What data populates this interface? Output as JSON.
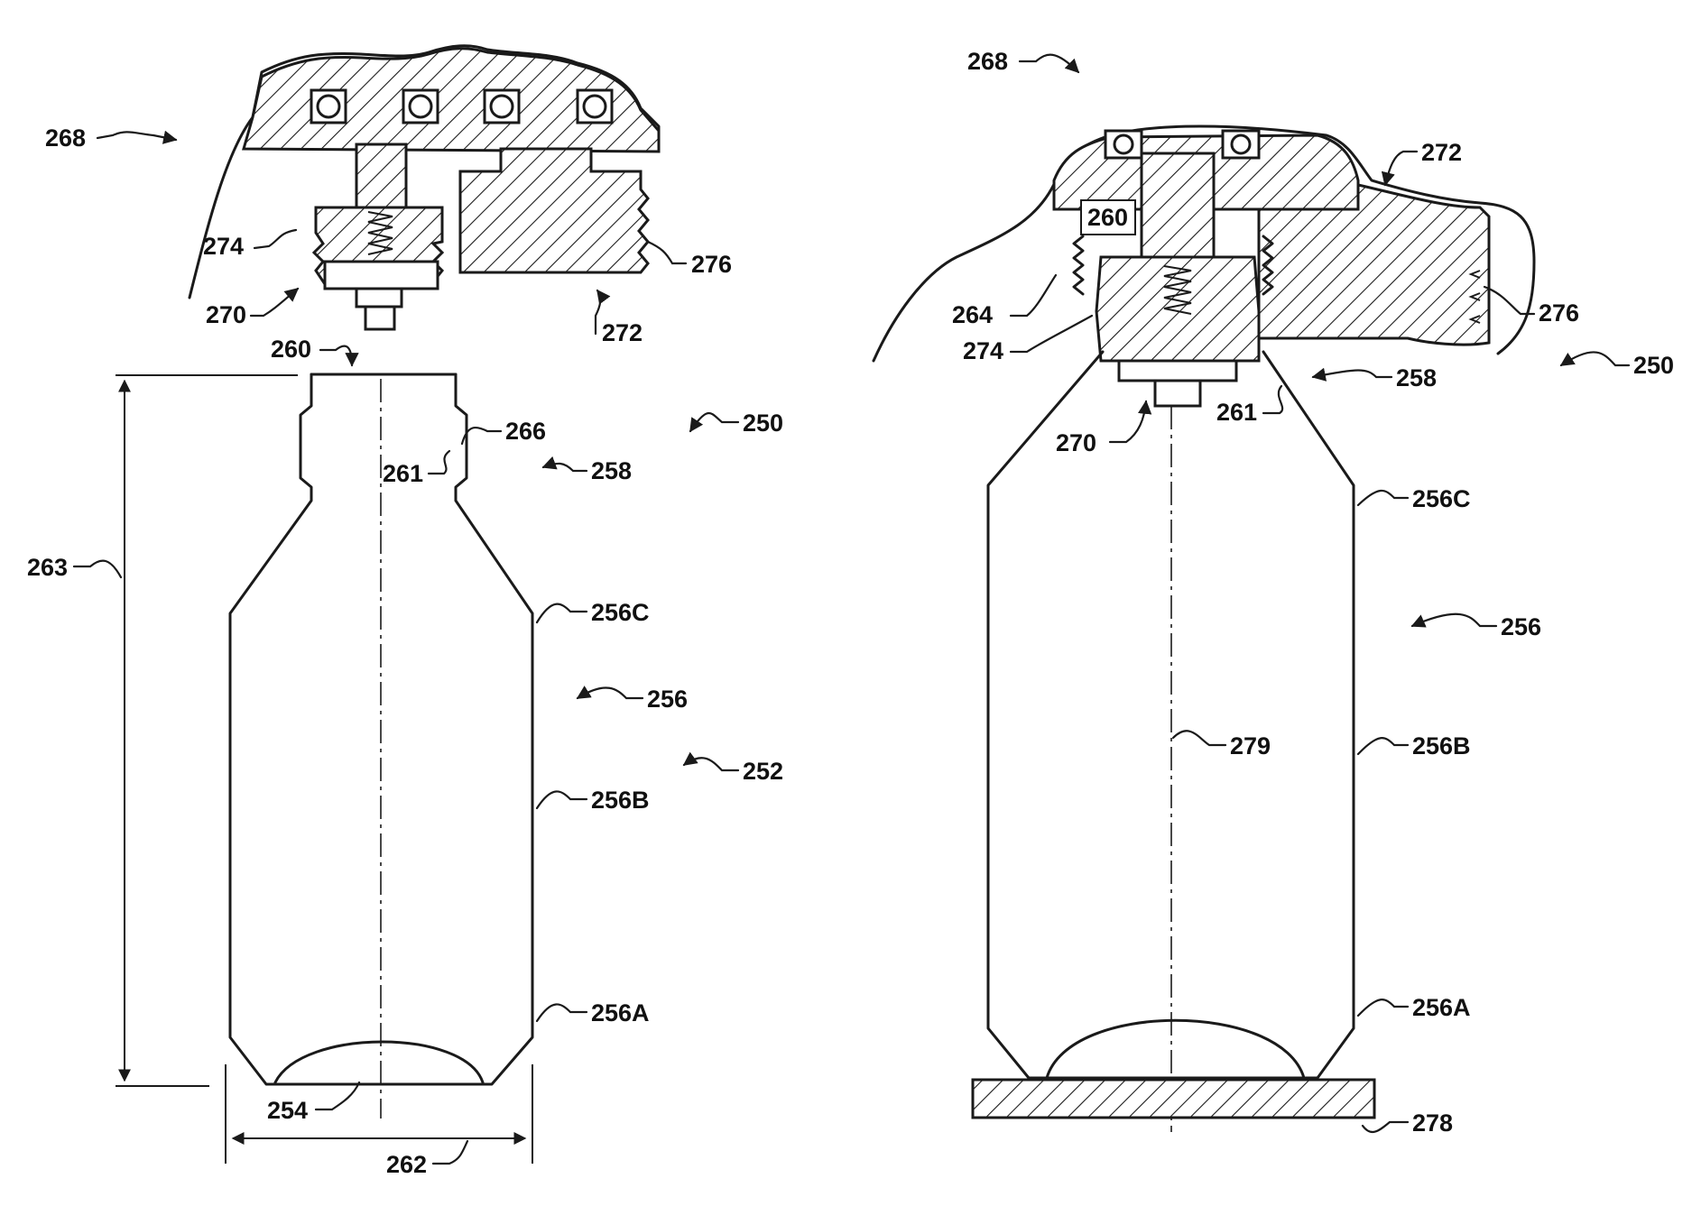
{
  "figure": {
    "left_view": {
      "labels": {
        "head": "268",
        "nozzle": "274",
        "valve": "270",
        "cap": "276",
        "cap_thread": "272",
        "top": "260",
        "assembly": "250",
        "neck_side": "266",
        "neck_ring": "261",
        "shoulder": "258",
        "height": "263",
        "upper_wall": "256C",
        "body": "256",
        "container": "252",
        "middle_wall": "256B",
        "lower_wall": "256A",
        "bottom": "254",
        "width": "262"
      }
    },
    "right_view": {
      "labels": {
        "head": "268",
        "cap_thread": "272",
        "top": "260",
        "thread": "264",
        "nozzle": "274",
        "cap": "276",
        "assembly": "250",
        "shoulder": "258",
        "neck_ring": "261",
        "valve": "270",
        "upper_wall": "256C",
        "body": "256",
        "axis": "279",
        "middle_wall": "256B",
        "lower_wall": "256A",
        "base_plate": "278"
      }
    }
  }
}
